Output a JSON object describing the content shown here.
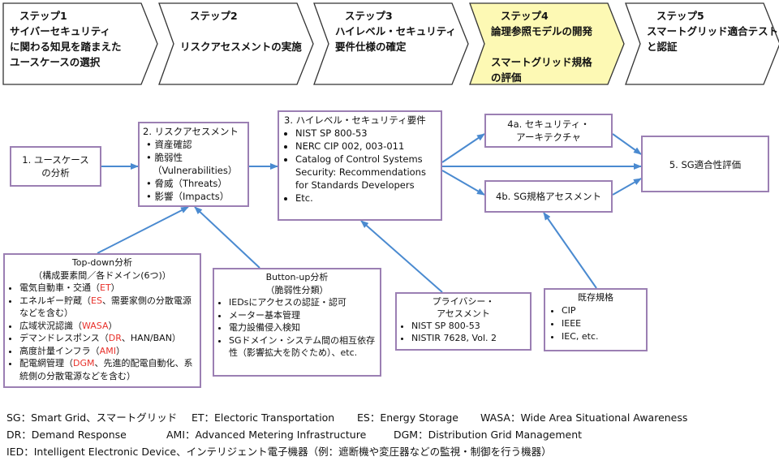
{
  "steps": [
    {
      "lines": [
        "ステップ1",
        "サイバーセキュリティ",
        "に関わる知見を踏まえた",
        "ユースケースの選択"
      ],
      "fill": "#ffffff"
    },
    {
      "lines": [
        "ステップ2",
        "",
        "リスクアセスメントの実施"
      ],
      "fill": "#ffffff"
    },
    {
      "lines": [
        "ステップ3",
        "ハイレベル・セキュリティ",
        "要件仕様の確定"
      ],
      "fill": "#ffffff"
    },
    {
      "lines": [
        "ステップ4",
        "論理参照モデルの開発",
        "",
        "スマートグリッド規格",
        "の評価"
      ],
      "fill": "#fdf9b4"
    },
    {
      "lines": [
        "ステップ5",
        "スマートグリッド適合テスト",
        "と認証"
      ],
      "fill": "#ffffff"
    }
  ],
  "boxes": {
    "usecase": {
      "line1": "1. ユースケース",
      "line2": "の分析"
    },
    "risk": {
      "title": "2. リスクアセスメント",
      "items": [
        "資産確認",
        "脆弱性",
        "（Vulnerabilities）",
        "脅威（Threats）",
        "影響（Impacts）"
      ]
    },
    "highlevel": {
      "title": "3. ハイレベル・セキュリティ要件",
      "items": [
        "NIST SP 800-53",
        "NERC CIP 002, 003-011",
        "Catalog of Control Systems Security: Recommendations for Standards Developers",
        "Etc."
      ]
    },
    "arch": {
      "line1": "4a. セキュリティ・",
      "line2": "アーキテクチャ"
    },
    "sgassess": {
      "text": "4b. SG規格アセスメント"
    },
    "conformance": {
      "text": "5. SG適合性評価"
    },
    "topdown": {
      "title": "Top-down分析",
      "subtitle": "（構成要素間／各ドメイン(6つ)）",
      "items": [
        {
          "pre": "電気自動車・交通（",
          "red": "ET",
          "post": "）"
        },
        {
          "pre": "エネルギー貯蔵（",
          "red": "ES",
          "post": "、需要家側の分散電源などを含む）"
        },
        {
          "pre": "広域状況認識（",
          "red": "WASA",
          "post": "）"
        },
        {
          "pre": "デマンドレスポンス（",
          "red": "DR",
          "post": "、HAN/BAN）"
        },
        {
          "pre": "高度計量インフラ（",
          "red": "AMI",
          "post": "）"
        },
        {
          "pre": "配電網管理（",
          "red": "DGM",
          "post": "、先進的配電自動化、系統側の分散電源などを含む）"
        }
      ]
    },
    "bottomup": {
      "title": "Button-up分析",
      "subtitle": "（脆弱性分類）",
      "items": [
        "IEDsにアクセスの認証・認可",
        "メーター基本管理",
        "電力設備侵入検知",
        "SGドメイン・システム間の相互依存性（影響拡大を防ぐため）、etc."
      ]
    },
    "privacy": {
      "line1": "プライバシー・",
      "line2": "アセスメント",
      "items": [
        "NIST SP 800-53",
        "NISTIR 7628, Vol. 2"
      ]
    },
    "existing": {
      "title": "既存規格",
      "items": [
        "CIP",
        "IEEE",
        "IEC, etc."
      ]
    }
  },
  "legend": [
    [
      "SG：Smart Grid、スマートグリッド",
      "ET：Electoric Transportation",
      "ES：Energy Storage",
      "WASA：Wide Area Situational Awareness"
    ],
    [
      "DR：Demand Response",
      "AMI：Advanced Metering Infrastructure",
      "DGM：Distribution Grid Management"
    ],
    [
      "IED：Intelligent Electronic Device、インテリジェント電子機器（例：遮断機や変圧器などの監視・制御を行う機器）"
    ]
  ],
  "colors": {
    "arrow": "#4a8ad0",
    "border": "#9b7fb3",
    "highlight": "#fdf9b4",
    "abbrev": "#e8302a"
  }
}
